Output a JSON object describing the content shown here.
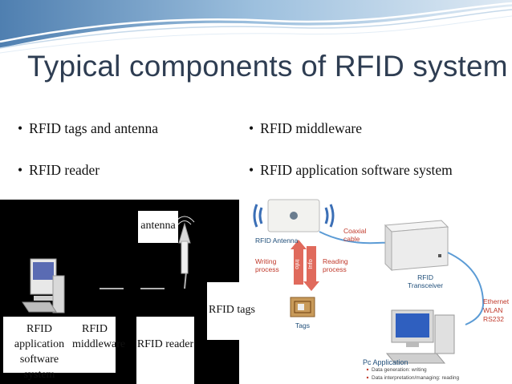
{
  "slide": {
    "title": "Typical components of RFID system",
    "bullets_left": [
      "RFID tags and antenna",
      "RFID reader"
    ],
    "bullets_right": [
      "RFID middleware",
      "RFID application software system"
    ],
    "bullet_glyph": "•"
  },
  "left_diagram": {
    "antenna_label": "antenna",
    "tags_label": "RFID tags",
    "reader_label": "RFID reader",
    "app_label_line1": "RFID application",
    "app_label_line2": "software system",
    "middleware_line1": "RFID",
    "middleware_line2": "middleware"
  },
  "right_diagram": {
    "rfid_antenna": "RFID Antenna",
    "coaxial_line1": "Coaxial",
    "coaxial_line2": "cable",
    "writing_line1": "Writing",
    "writing_line2": "process",
    "reading_line1": "Reading",
    "reading_line2": "process",
    "info_left": "Info",
    "info_right": "Info",
    "transceiver_line1": "RFID",
    "transceiver_line2": "Transceiver",
    "tags": "Tags",
    "ethernet": "Ethernet",
    "wlan": "WLAN",
    "rs232": "RS232",
    "pc_application": "Pc Application",
    "pc_item1": "Data generation: writing",
    "pc_item2": "Data interpretation/managing: reading"
  },
  "colors": {
    "title": "#2e3d52",
    "wave": "#7aa2c7",
    "diagram_red": "#c0392b",
    "diagram_blue": "#1f4e79"
  }
}
